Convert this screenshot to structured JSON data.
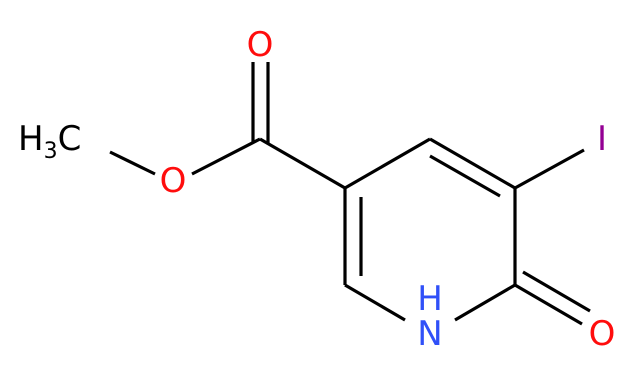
{
  "molecule": {
    "atoms": {
      "carbonyl_oxygen": {
        "symbol": "O",
        "color": "#ff0d0d"
      },
      "ester_oxygen": {
        "symbol": "O",
        "color": "#ff0d0d"
      },
      "methyl": {
        "symbol": "H",
        "subscript": "3",
        "suffix": "C",
        "color": "#000000"
      },
      "iodine": {
        "symbol": "I",
        "color": "#940094"
      },
      "ring_nitrogen": {
        "symbol": "N",
        "color": "#3050f8"
      },
      "ring_nitrogen_h": {
        "symbol": "H",
        "color": "#3050f8"
      },
      "keto_oxygen": {
        "symbol": "O",
        "color": "#ff0d0d"
      }
    }
  }
}
